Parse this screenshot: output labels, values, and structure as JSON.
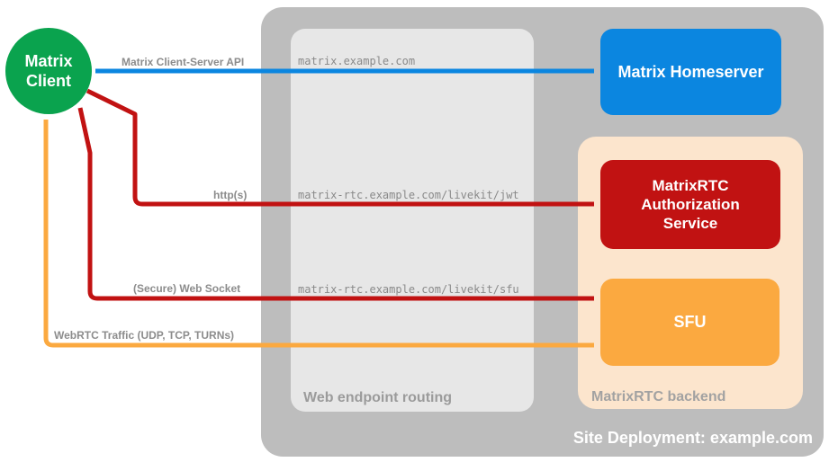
{
  "diagram": {
    "title": "Site Deployment: example.com"
  },
  "containers": {
    "site_deployment": {
      "label": "Site Deployment: example.com"
    },
    "web_endpoint_routing": {
      "label": "Web endpoint routing"
    },
    "matrixrtc_backend": {
      "label": "MatrixRTC backend"
    }
  },
  "nodes": {
    "client": {
      "label": "Matrix\nClient"
    },
    "homeserver": {
      "label": "Matrix Homeserver"
    },
    "auth_service": {
      "label": "MatrixRTC\nAuthorization\nService"
    },
    "sfu": {
      "label": "SFU"
    }
  },
  "endpoints": {
    "homeserver_url": "matrix.example.com",
    "jwt_url": "matrix-rtc.example.com/livekit/jwt",
    "sfu_url": "matrix-rtc.example.com/livekit/sfu"
  },
  "connections": {
    "client_server_api": {
      "label": "Matrix Client-Server API",
      "color": "#0b86e0",
      "bidirectional": true
    },
    "https": {
      "label": "http(s)",
      "color": "#c11212",
      "bidirectional": true
    },
    "websocket": {
      "label": "(Secure) Web Socket",
      "color": "#c11212",
      "bidirectional": true
    },
    "webrtc": {
      "label": "WebRTC Traffic (UDP, TCP, TURNs)",
      "color": "#fba940",
      "bidirectional": true
    }
  },
  "colors": {
    "client_green": "#0aa34e",
    "homeserver_blue": "#0b86e0",
    "auth_red": "#c11212",
    "sfu_orange": "#fba940",
    "backend_peach": "#fce5cd",
    "outer_gray": "#bdbdbd",
    "inner_gray": "#e7e7e7",
    "label_gray": "#8c8c8c"
  }
}
